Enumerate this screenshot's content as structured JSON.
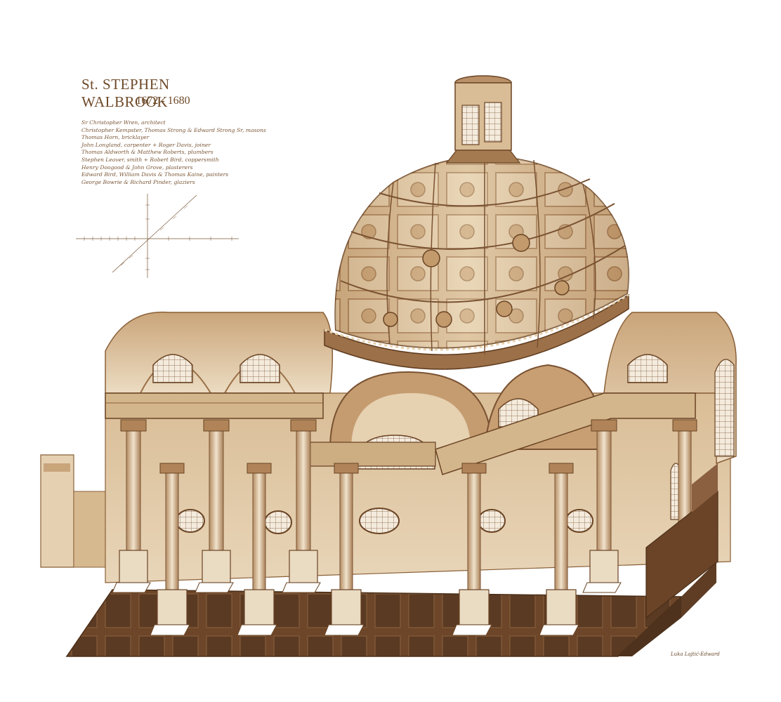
{
  "title": "St. STEPHEN WALBROOK",
  "dates": "1672 - 1680",
  "credits": [
    "Sr Christopher Wren, architect",
    "Christopher Kempster, Thomas Strong & Edward Strong Sr, masons",
    "Thomas Horn, bricklayer",
    "John Longland, carpenter + Roger Davis, joiner",
    "Thomas Aldworth & Matthew Roberts, plumbers",
    "Stephen Leaver, smith + Robert Bird, coppersmith",
    "Henry Doogood & John Grove, plasterers",
    "Edward Bird, William Davis & Thomas Kaine, painters",
    "George Bowrie & Richard Pinder, glaziers"
  ],
  "signature": "Luka Lajtić-Edward",
  "colors": {
    "ink": "#6e4a29",
    "wash_light": "#e9d9bf",
    "wash_mid": "#c9a57c",
    "wash_dark": "#7a5232",
    "panel_dark": "#5a3a22"
  }
}
